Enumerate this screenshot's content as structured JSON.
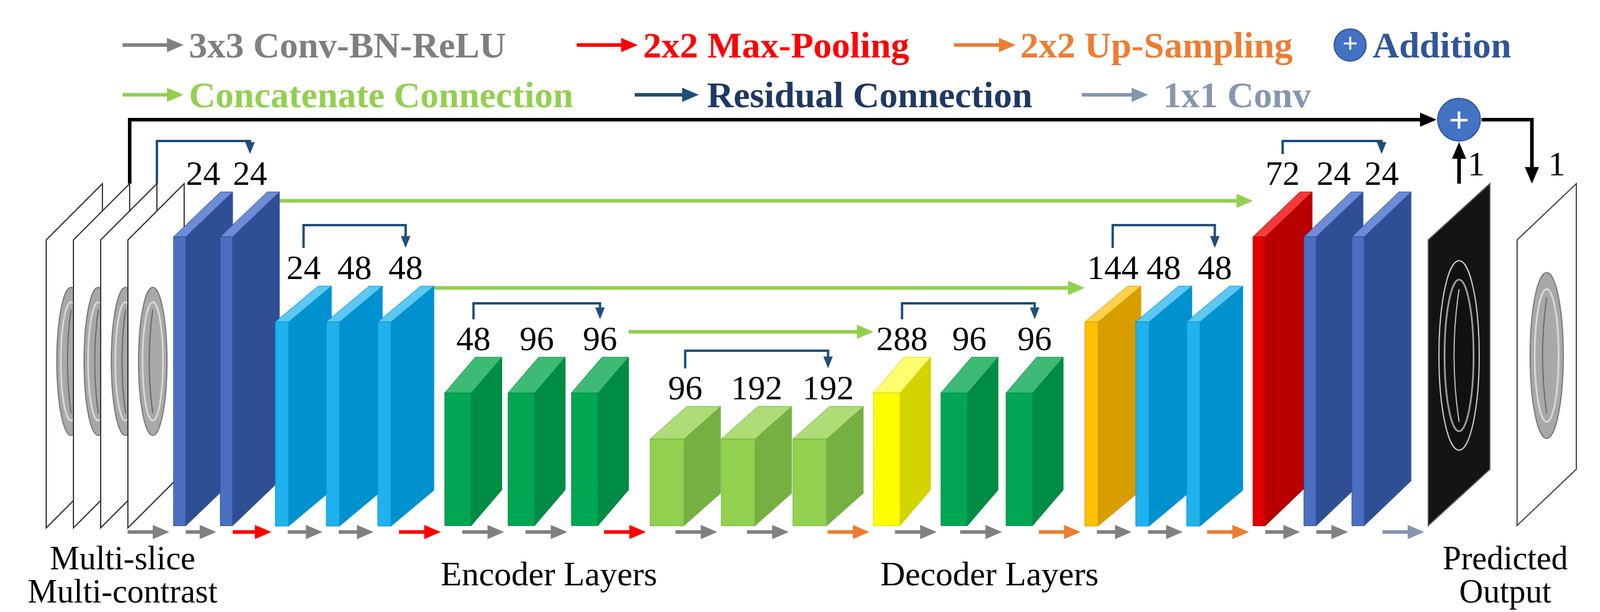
{
  "diagram": {
    "nodes": [
      {
        "text": [
          "Multi-slice Multi-contrast"
        ]
      },
      {
        "text": [
          "24"
        ]
      },
      {
        "text": [
          "24"
        ]
      },
      {
        "text": [
          "24"
        ]
      },
      {
        "text": [
          "48"
        ]
      },
      {
        "text": [
          "48"
        ]
      },
      {
        "text": [
          "48"
        ]
      },
      {
        "text": [
          "96"
        ]
      },
      {
        "text": [
          "96"
        ]
      },
      {
        "text": [
          "96"
        ]
      },
      {
        "text": [
          "192"
        ]
      },
      {
        "text": [
          "192"
        ]
      },
      {
        "text": [
          "288"
        ]
      },
      {
        "text": [
          "96"
        ]
      },
      {
        "text": [
          "96"
        ]
      },
      {
        "text": [
          "144"
        ]
      },
      {
        "text": [
          "48"
        ]
      },
      {
        "text": [
          "48"
        ]
      },
      {
        "text": [
          "72"
        ]
      },
      {
        "text": [
          "24"
        ]
      },
      {
        "text": [
          "24"
        ]
      },
      {
        "text": [
          "1"
        ]
      },
      {
        "text": [
          "+"
        ]
      },
      {
        "text": [
          "1",
          "Predicted Output"
        ]
      }
    ],
    "edges": [
      {
        "from": 0,
        "to": 1,
        "arrow": "to"
      },
      {
        "from": 1,
        "to": 2,
        "arrow": "to"
      },
      {
        "from": 2,
        "to": 3,
        "arrow": "to"
      },
      {
        "from": 3,
        "to": 4,
        "arrow": "to"
      },
      {
        "from": 4,
        "to": 5,
        "arrow": "to"
      },
      {
        "from": 5,
        "to": 6,
        "arrow": "to"
      },
      {
        "from": 6,
        "to": 7,
        "arrow": "to"
      },
      {
        "from": 7,
        "to": 8,
        "arrow": "to"
      },
      {
        "from": 8,
        "to": 9,
        "arrow": "to"
      },
      {
        "from": 9,
        "to": 10,
        "arrow": "to"
      },
      {
        "from": 10,
        "to": 11,
        "arrow": "to"
      },
      {
        "from": 11,
        "to": 12,
        "arrow": "to"
      },
      {
        "from": 12,
        "to": 13,
        "arrow": "to"
      },
      {
        "from": 13,
        "to": 14,
        "arrow": "to"
      },
      {
        "from": 14,
        "to": 15,
        "arrow": "to"
      },
      {
        "from": 15,
        "to": 16,
        "arrow": "to"
      },
      {
        "from": 16,
        "to": 17,
        "arrow": "to"
      },
      {
        "from": 17,
        "to": 18,
        "arrow": "to"
      },
      {
        "from": 18,
        "to": 19,
        "arrow": "to"
      },
      {
        "from": 19,
        "to": 20,
        "arrow": "to"
      },
      {
        "from": 20,
        "to": 21,
        "arrow": "to"
      },
      {
        "from": 0,
        "to": 2,
        "arrow": "to"
      },
      {
        "from": 3,
        "to": 5,
        "arrow": "to"
      },
      {
        "from": 6,
        "to": 8,
        "arrow": "to"
      },
      {
        "from": 9,
        "to": 11,
        "arrow": "to"
      },
      {
        "from": 12,
        "to": 14,
        "arrow": "to"
      },
      {
        "from": 15,
        "to": 17,
        "arrow": "to"
      },
      {
        "from": 18,
        "to": 20,
        "arrow": "to"
      },
      {
        "from": 2,
        "to": 18,
        "arrow": "to"
      },
      {
        "from": 5,
        "to": 15,
        "arrow": "to"
      },
      {
        "from": 8,
        "to": 12,
        "arrow": "to"
      },
      {
        "from": 0,
        "to": 22,
        "arrow": "to"
      },
      {
        "from": 21,
        "to": 22,
        "arrow": "to"
      },
      {
        "from": 22,
        "to": 23,
        "arrow": "to"
      }
    ],
    "labels": [
      "Encoder Layers",
      "Decoder Layers",
      "+"
    ],
    "legend": [
      {
        "text": "3x3 Conv-BN-ReLU"
      },
      {
        "text": "2x2 Max-Pooling"
      },
      {
        "text": "2x2 Up-Sampling"
      },
      {
        "text": "Addition"
      },
      {
        "text": "Concatenate Connection"
      },
      {
        "text": "Residual Connection"
      },
      {
        "text": "1x1 Conv"
      }
    ]
  }
}
